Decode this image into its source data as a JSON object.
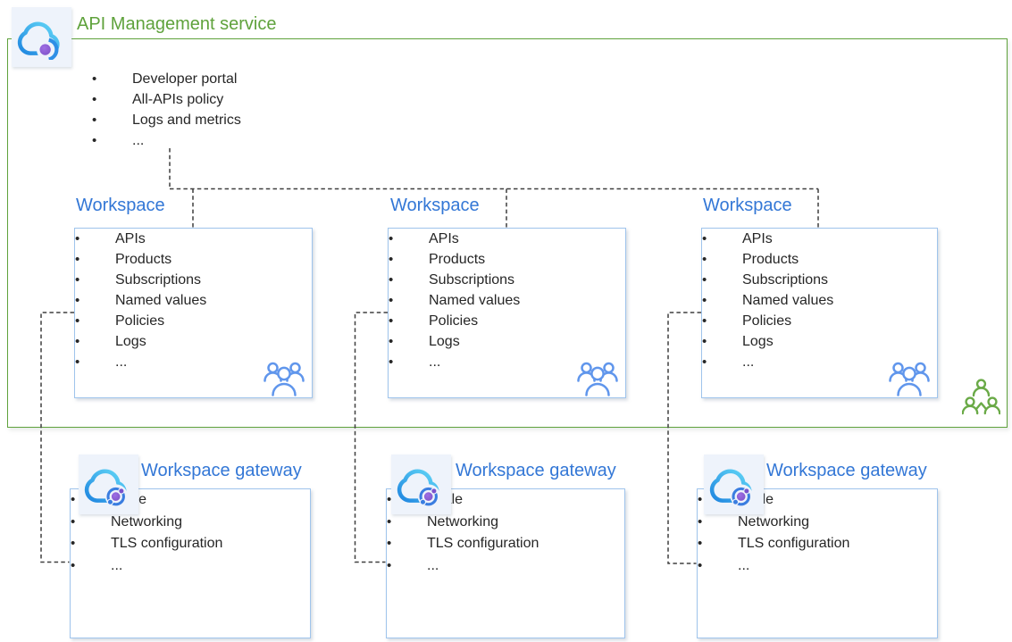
{
  "colors": {
    "green": "#5fa23c",
    "blue": "#3377d6",
    "panel-border": "#9fc4ec",
    "dash": "#3f3f3f",
    "text": "#262626",
    "icon-bg": "#eef3fb",
    "people-blue": "#6096ec",
    "people-green": "#6aaa47",
    "cloud-light": "#63d8f7",
    "cloud-dark": "#1f86e0",
    "purple": "#8557cf",
    "ring-blue": "#3a7de0"
  },
  "service": {
    "title": "API Management service",
    "items": [
      "Developer portal",
      "All-APIs policy",
      "Logs and metrics",
      "..."
    ]
  },
  "workspaces": [
    {
      "title": "Workspace",
      "items": [
        "APIs",
        "Products",
        "Subscriptions",
        "Named values",
        "Policies",
        "Logs",
        "..."
      ]
    },
    {
      "title": "Workspace",
      "items": [
        "APIs",
        "Products",
        "Subscriptions",
        "Named values",
        "Policies",
        "Logs",
        "..."
      ]
    },
    {
      "title": "Workspace",
      "items": [
        "APIs",
        "Products",
        "Subscriptions",
        "Named values",
        "Policies",
        "Logs",
        "..."
      ]
    }
  ],
  "gateways": [
    {
      "title": "Workspace gateway",
      "items": [
        "Scale",
        "Networking",
        "TLS configuration",
        "..."
      ]
    },
    {
      "title": "Workspace gateway",
      "items": [
        "Scale",
        "Networking",
        "TLS configuration",
        "..."
      ]
    },
    {
      "title": "Workspace gateway",
      "items": [
        "Scale",
        "Networking",
        "TLS configuration",
        "..."
      ]
    }
  ],
  "icons": {
    "api_management": "api-management-cloud-icon",
    "workspace_gateway": "gateway-cloud-icon",
    "workspace_members": "workspace-members-people-icon",
    "service_members": "service-members-people-icon"
  }
}
